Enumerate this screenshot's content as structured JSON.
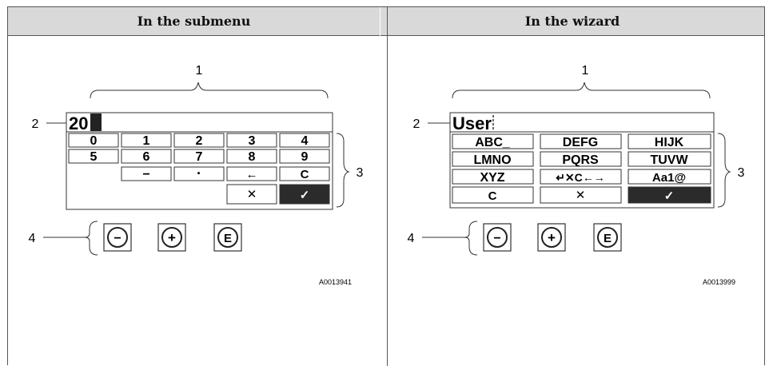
{
  "headers": [
    "In the submenu",
    "In the wizard"
  ],
  "submenu": {
    "callouts": [
      "1",
      "2",
      "3",
      "4"
    ],
    "display_value": "20",
    "keypad": [
      [
        "0",
        "1",
        "2",
        "3",
        "4"
      ],
      [
        "5",
        "6",
        "7",
        "8",
        "9"
      ],
      [
        "",
        "−",
        "·",
        "←",
        "C"
      ],
      [
        "",
        "",
        "",
        "✕",
        "✓"
      ]
    ],
    "buttons": [
      "−",
      "+",
      "E"
    ],
    "code": "A0013941"
  },
  "wizard": {
    "callouts": [
      "1",
      "2",
      "3",
      "4"
    ],
    "display_value": "User",
    "keypad": [
      [
        "ABC_",
        "DEFG",
        "HIJK"
      ],
      [
        "LMNO",
        "PQRS",
        "TUVW"
      ],
      [
        "XYZ",
        "↵✕C←→",
        "Aa1@"
      ],
      [
        "C",
        "✕",
        "✓"
      ]
    ],
    "buttons": [
      "−",
      "+",
      "E"
    ],
    "code": "A0013999"
  }
}
